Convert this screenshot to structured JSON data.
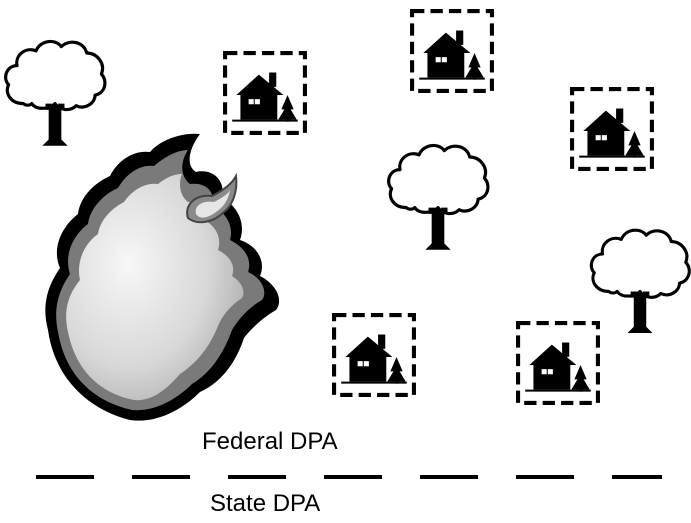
{
  "labels": {
    "federal": "Federal DPA",
    "state": "State DPA"
  },
  "icons": {
    "fire": "flame-icon",
    "tree": "tree-icon",
    "house": "house-icon",
    "boundary": "dashed-boundary-line"
  },
  "colors": {
    "ink": "#000000",
    "background": "#ffffff",
    "flame_fill_light": "#f2f2f2",
    "flame_fill_dark": "#b8b8b8",
    "flame_outline": "#6e6e6e"
  }
}
